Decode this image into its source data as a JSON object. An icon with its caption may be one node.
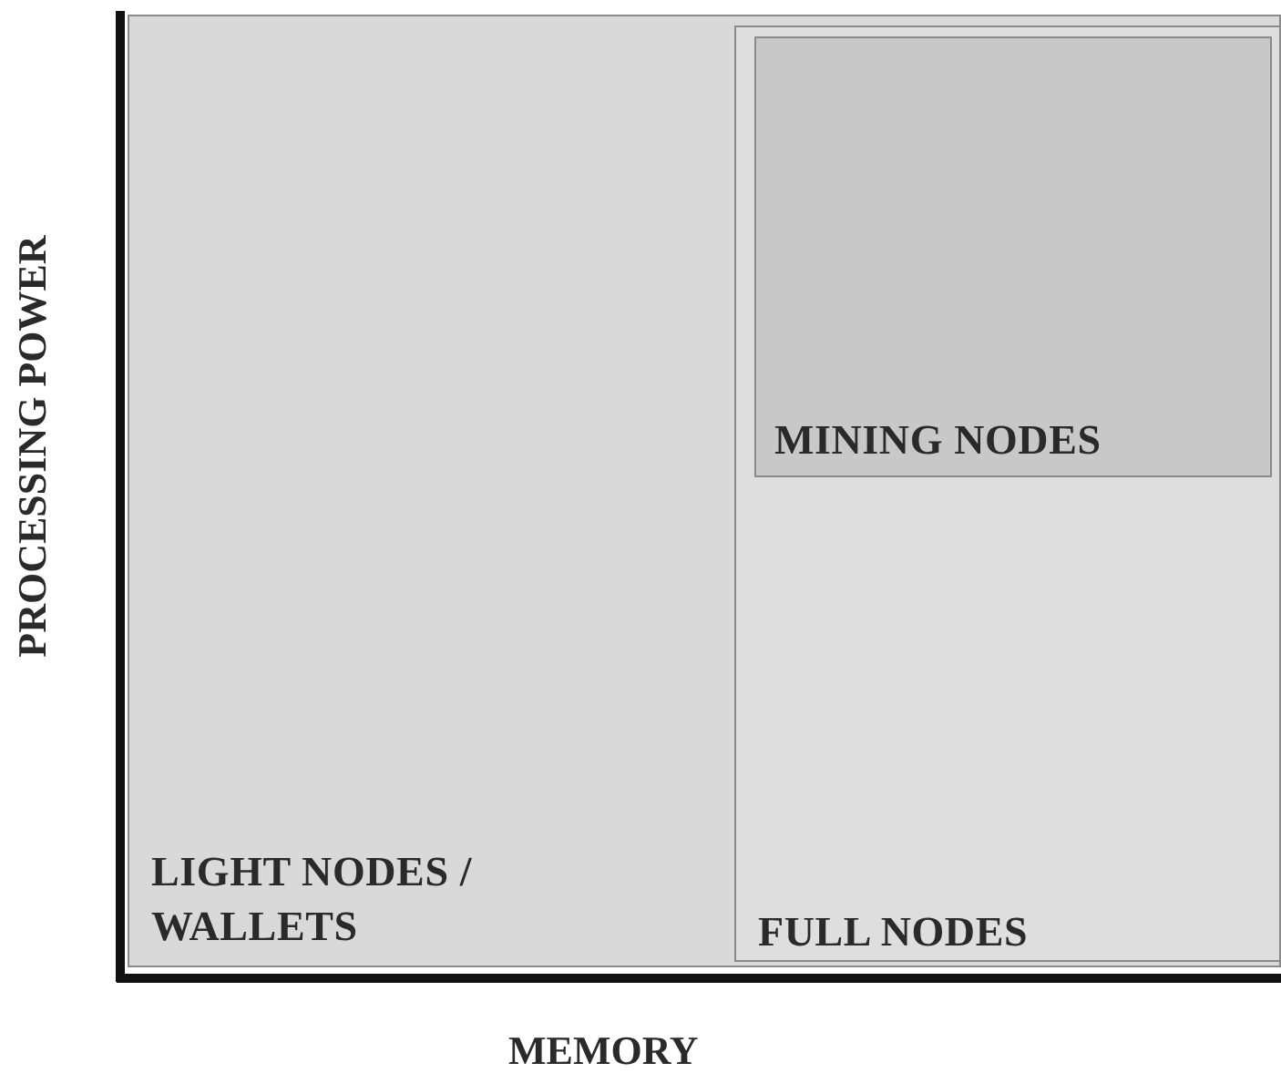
{
  "diagram": {
    "nodes": [
      {
        "text": [
          "LIGHT NODES / WALLETS"
        ]
      },
      {
        "text": [
          "FULL NODES"
        ],
        "in": 0
      },
      {
        "text": [
          "MINING NODES"
        ],
        "in": 1
      }
    ],
    "edges": [],
    "labels": [
      "PROCESSING POWER",
      "MEMORY"
    ]
  }
}
